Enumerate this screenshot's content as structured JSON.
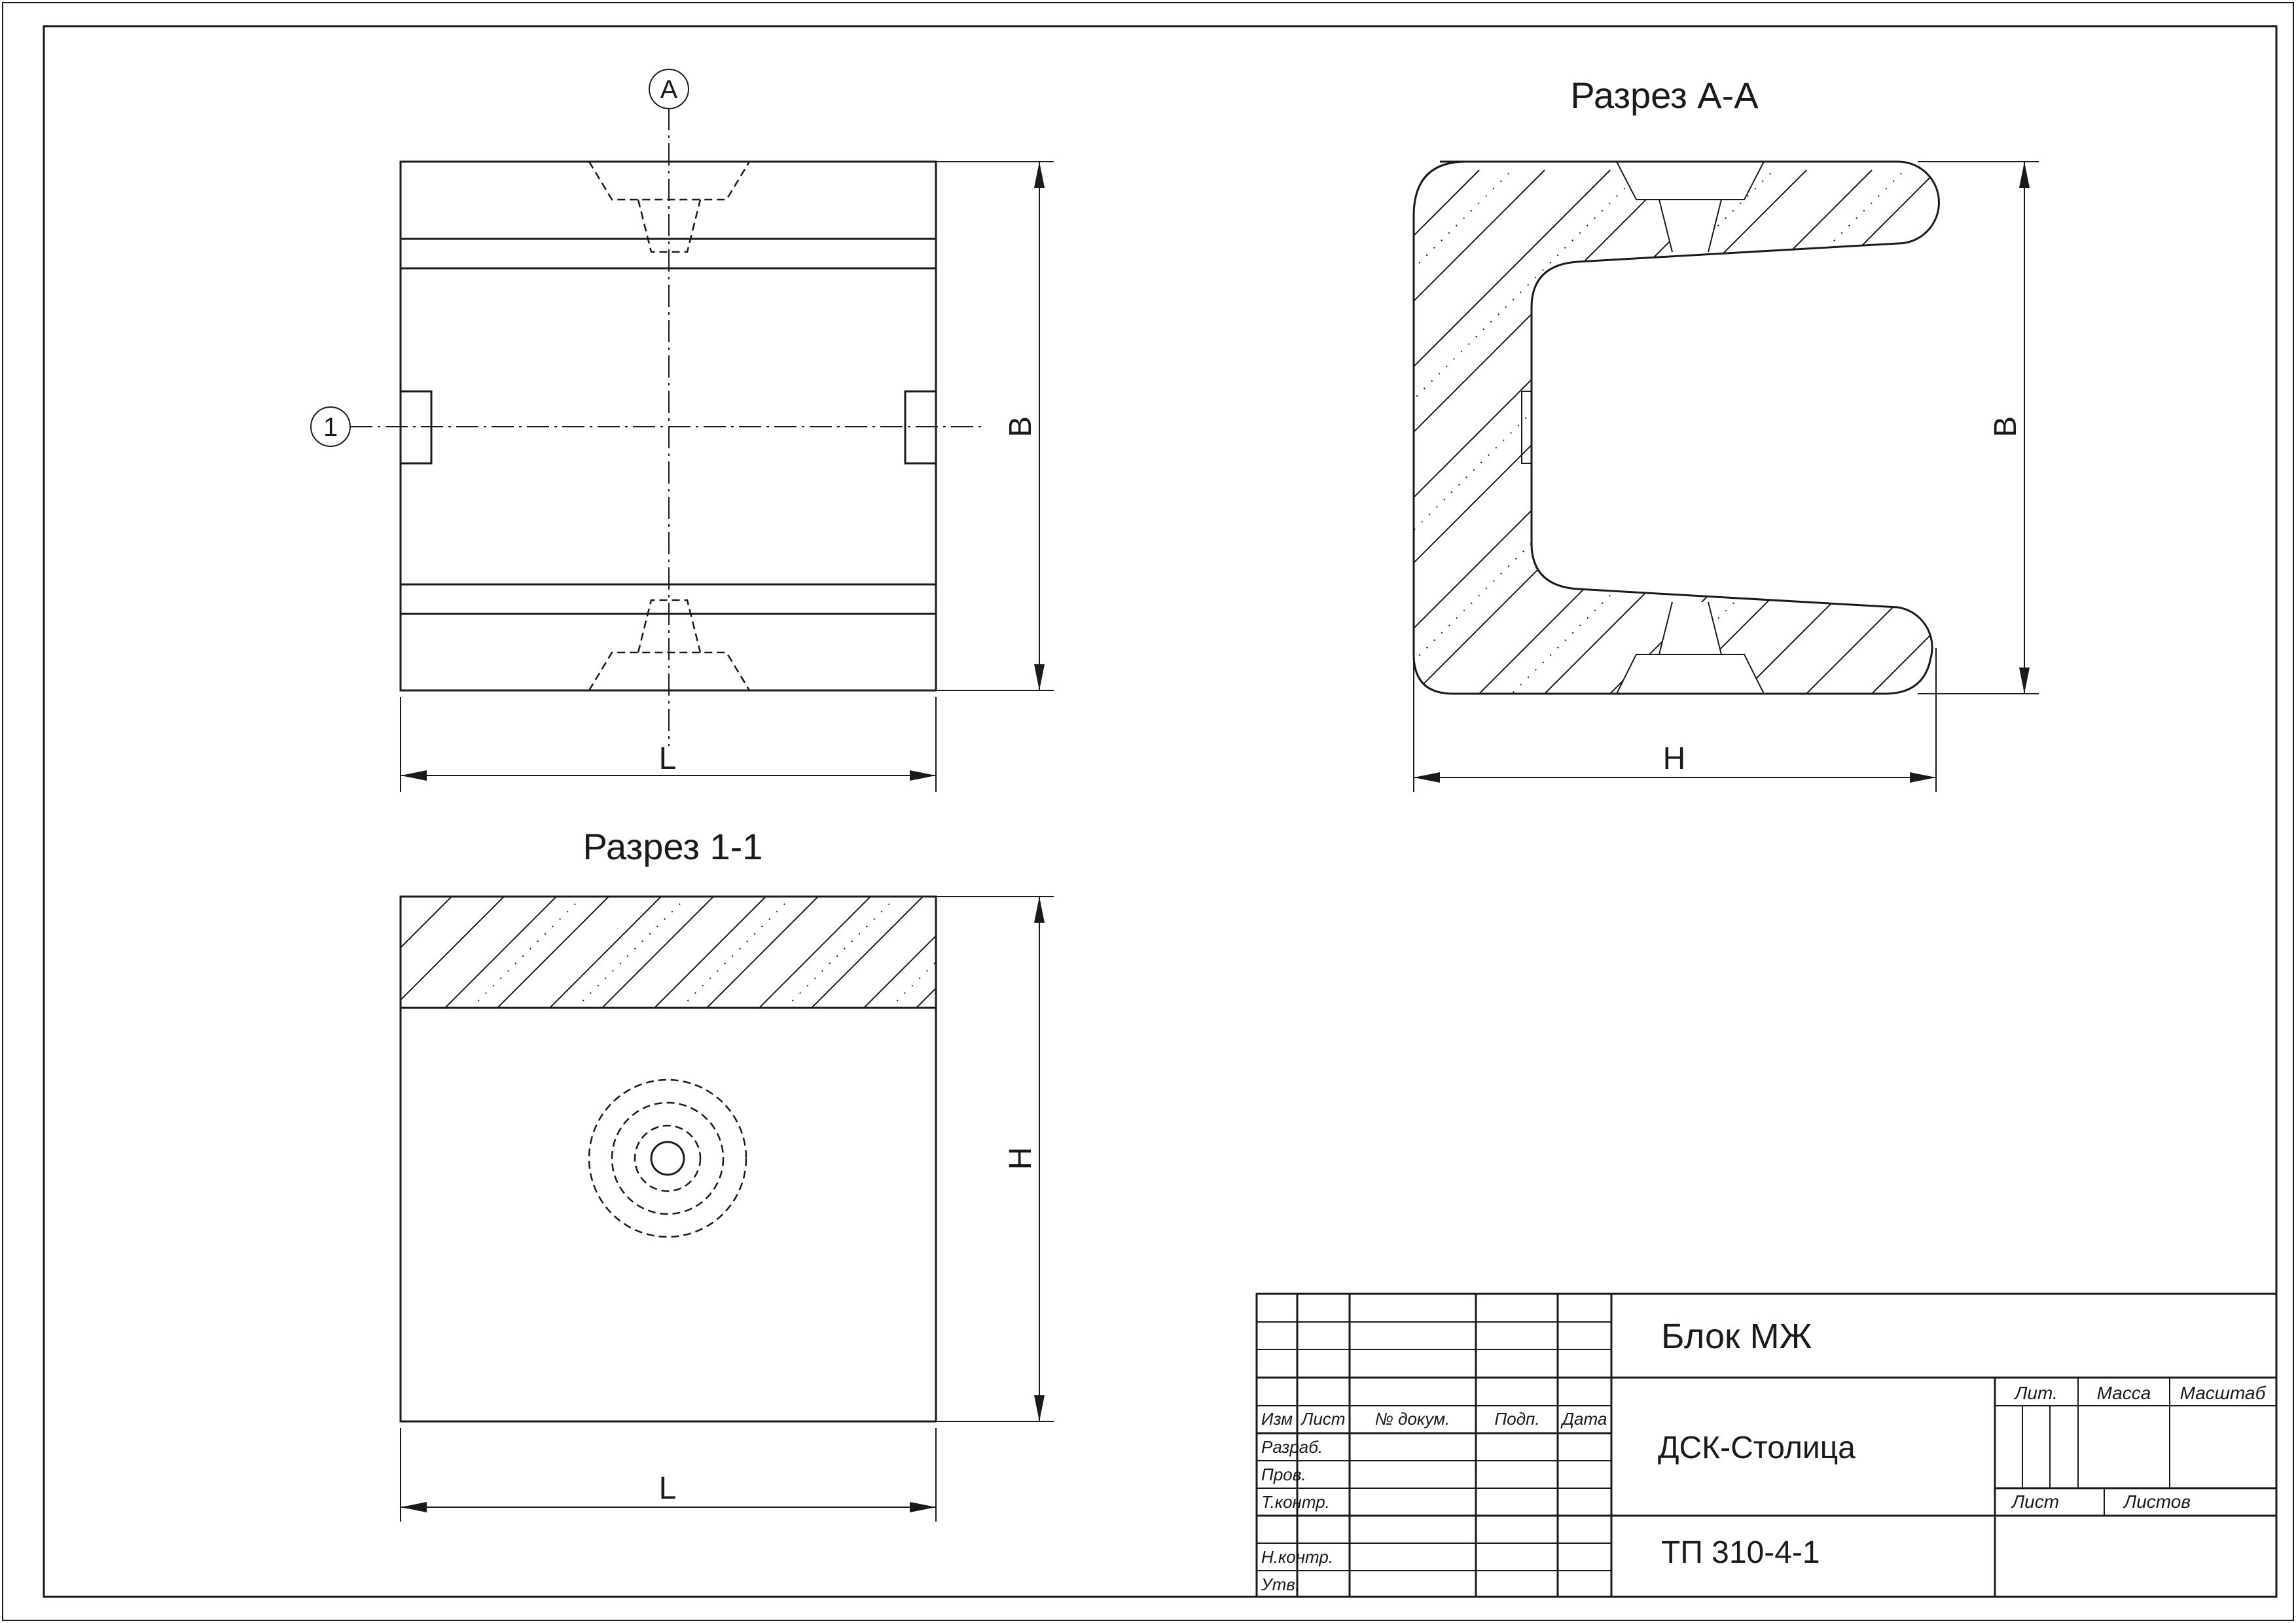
{
  "view_top": {
    "marker_a": "A",
    "marker_1": "1",
    "dim_b": "B",
    "dim_l": "L"
  },
  "section_aa": {
    "title": "Разрез А-А",
    "dim_b": "B",
    "dim_h": "H"
  },
  "section_11": {
    "title": "Разрез 1-1",
    "dim_h": "H",
    "dim_l": "L"
  },
  "title_block": {
    "name": "Блок МЖ",
    "company": "ДСК-Столица",
    "doc_code": "ТП 310-4-1",
    "lit_label": "Лит.",
    "mass_label": "Масса",
    "scale_label": "Масштаб",
    "sheet_label": "Лист",
    "sheets_label": "Листов",
    "col_labels": [
      "Изм",
      "Лист",
      "№ докум.",
      "Подп.",
      "Дата"
    ],
    "row_labels": [
      "Разраб.",
      "Пров.",
      "Т.контр.",
      "",
      "Н.контр.",
      "Утв."
    ]
  }
}
